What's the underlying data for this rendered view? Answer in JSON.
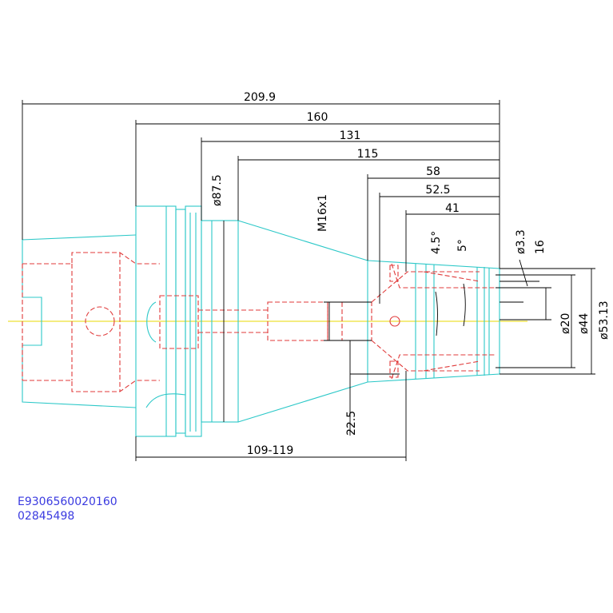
{
  "dimensions": {
    "overall_length": "209.9",
    "length_160": "160",
    "length_131": "131",
    "length_115": "115",
    "length_58": "58",
    "length_52_5": "52.5",
    "length_41": "41",
    "flange_diameter": "ø87.5",
    "thread": "M16x1",
    "angle_4_5": "4.5°",
    "angle_5": "5°",
    "diameter_3_3": "ø3.3",
    "depth_16": "16",
    "diameter_20": "ø20",
    "diameter_44": "ø44",
    "diameter_53_13": "ø53.13",
    "length_22_5": "22.5",
    "gauge_range": "109-119"
  },
  "identification": {
    "part_number": "E9306560020160",
    "code": "02845498"
  },
  "colors": {
    "outline": "#2cc8c8",
    "hidden": "#e03a3a",
    "dimension": "#000000",
    "centerline": "#e8d800",
    "id_text": "#3a3ae0"
  }
}
